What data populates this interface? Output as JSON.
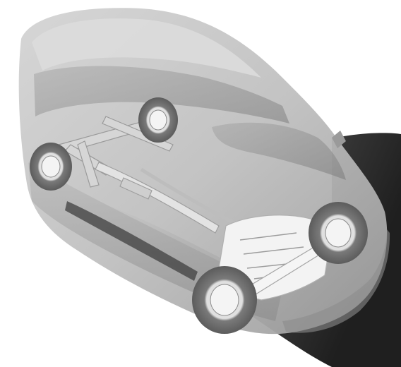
{
  "image": {
    "subject": "phantom-view-minivan-drivetrain",
    "style": "grayscale-illustration",
    "colors": {
      "background": "#ffffff",
      "body_light": "#d8d8d8",
      "body_mid": "#b4b4b4",
      "body_dark": "#8a8a8a",
      "shadow": "#3a3a3a",
      "tire": "#6e6e6e",
      "hub": "#f2f2f2",
      "engine": "#f5f5f5"
    },
    "components": [
      "car-body",
      "front-left-wheel",
      "front-right-wheel",
      "rear-left-wheel",
      "rear-right-wheel",
      "drive-shaft",
      "exhaust",
      "engine-block",
      "rear-suspension",
      "ground-shadow"
    ]
  }
}
